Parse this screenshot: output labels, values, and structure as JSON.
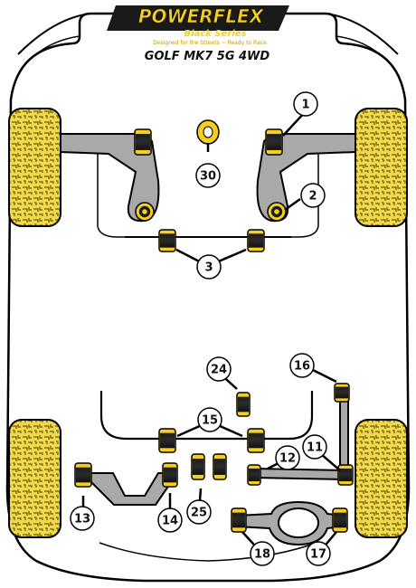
{
  "logo": {
    "brand": "POWERFLEX",
    "series": "Black Series",
    "tagline": "Designed for the Streets ~ Ready to Race"
  },
  "title": "GOLF MK7 5G 4WD",
  "colors": {
    "bush_yellow": "#f5cf1c",
    "bush_black": "#1a1a1a",
    "tyre_yellow": "#f0d84a",
    "arm_gray": "#a9a9a9",
    "outline": "#000000"
  },
  "callouts": [
    {
      "id": "c1",
      "label": "1"
    },
    {
      "id": "c2",
      "label": "2"
    },
    {
      "id": "c3",
      "label": "3"
    },
    {
      "id": "c30",
      "label": "30"
    },
    {
      "id": "c24",
      "label": "24"
    },
    {
      "id": "c16",
      "label": "16"
    },
    {
      "id": "c15",
      "label": "15"
    },
    {
      "id": "c12",
      "label": "12"
    },
    {
      "id": "c11",
      "label": "11"
    },
    {
      "id": "c13",
      "label": "13"
    },
    {
      "id": "c14",
      "label": "14"
    },
    {
      "id": "c25",
      "label": "25"
    },
    {
      "id": "c18",
      "label": "18"
    },
    {
      "id": "c17",
      "label": "17"
    }
  ]
}
